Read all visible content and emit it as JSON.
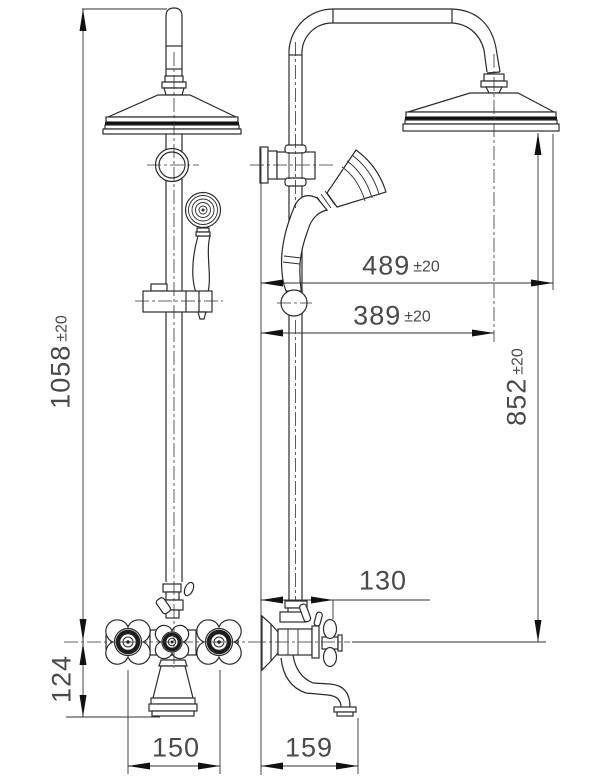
{
  "colors": {
    "background": "#ffffff",
    "object_line": "#2b2b2b",
    "dimension_line": "#303030",
    "label_text": "#4a4a4a",
    "head_band": "#111111"
  },
  "dimensions": {
    "total_height": {
      "value": "1058",
      "tolerance": "±20"
    },
    "head_reach_outer": {
      "value": "489",
      "tolerance": "±20"
    },
    "head_reach_center": {
      "value": "389",
      "tolerance": "±20"
    },
    "head_above_mixer": {
      "value": "852",
      "tolerance": "±20"
    },
    "mixer_projection": {
      "value": "130"
    },
    "spout_drop": {
      "value": "124"
    },
    "handle_spacing": {
      "value": "150"
    },
    "spout_projection": {
      "value": "159"
    }
  }
}
